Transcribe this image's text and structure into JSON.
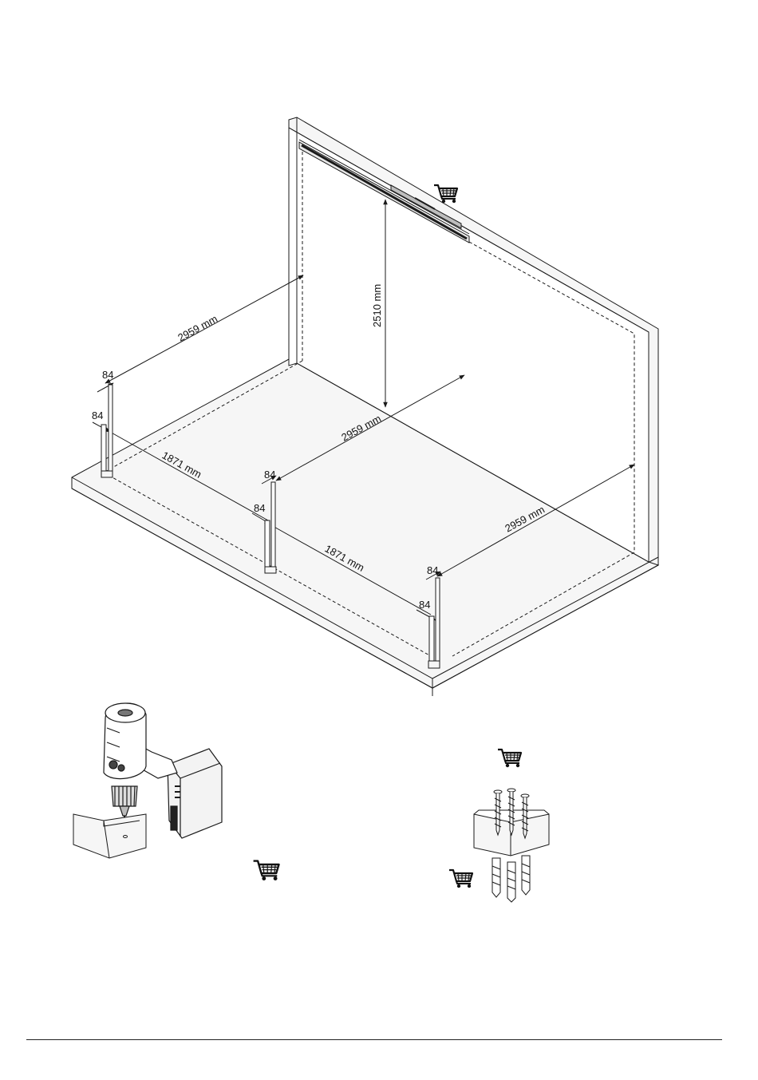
{
  "colors": {
    "line": "#1a1a1a",
    "fill_light": "#f6f6f6",
    "fill_mid": "#e8e8e8",
    "fill_dark": "#bdbdbd"
  },
  "dimensions": {
    "rail_height": "2510 mm",
    "spacing_back": "2959 mm",
    "spacing_mid": "2959 mm",
    "spacing_front": "2959 mm",
    "span_left": "1871 mm",
    "span_right": "1871 mm",
    "post_a_top": "84",
    "post_a_side": "84",
    "post_b_top": "84",
    "post_b_side": "84",
    "post_c_top": "84",
    "post_c_side": "84"
  },
  "icons": {
    "cart_rail": "shopping-cart-icon",
    "cart_drill": "shopping-cart-icon",
    "cart_screws": "shopping-cart-icon",
    "cart_anchors": "shopping-cart-icon",
    "drill": "cordless-drill-icon",
    "bracket": "u-bracket-icon",
    "screws": "screws-icon",
    "anchors": "wall-plugs-icon"
  }
}
